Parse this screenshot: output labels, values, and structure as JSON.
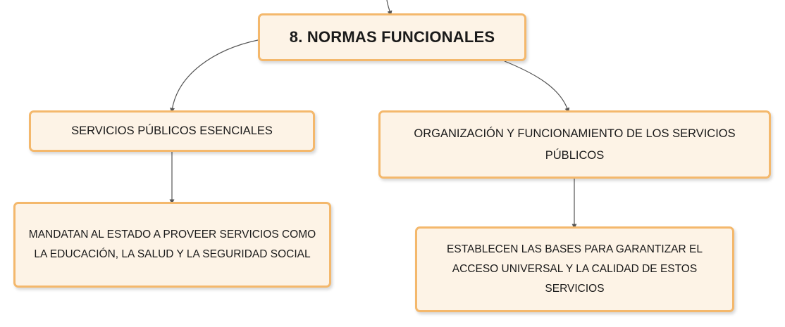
{
  "diagram": {
    "nodes": {
      "root": {
        "label": "8. NORMAS FUNCIONALES"
      },
      "left": {
        "label": "SERVICIOS PÚBLICOS ESENCIALES"
      },
      "right": {
        "label": "ORGANIZACIÓN Y FUNCIONAMIENTO DE LOS SERVICIOS PÚBLICOS"
      },
      "left_child": {
        "label": "MANDATAN AL ESTADO A PROVEER SERVICIOS COMO LA EDUCACIÓN, LA SALUD Y LA SEGURIDAD SOCIAL"
      },
      "right_child": {
        "label": "ESTABLECEN LAS BASES PARA GARANTIZAR EL ACCESO UNIVERSAL Y LA CALIDAD DE ESTOS SERVICIOS"
      }
    },
    "edges": [
      {
        "from": "parent",
        "to": "root"
      },
      {
        "from": "root",
        "to": "left"
      },
      {
        "from": "root",
        "to": "right"
      },
      {
        "from": "left",
        "to": "left_child"
      },
      {
        "from": "right",
        "to": "right_child"
      }
    ],
    "colors": {
      "node_fill": "#fdf3e6",
      "node_border": "#f4b86c",
      "connector": "#555555"
    }
  }
}
